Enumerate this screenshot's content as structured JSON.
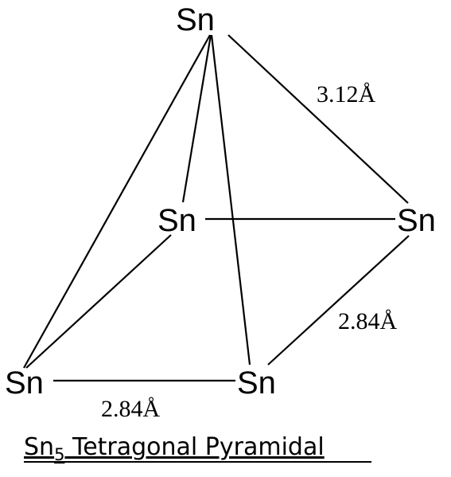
{
  "diagram": {
    "atoms": [
      {
        "id": "apex",
        "label": "Sn"
      },
      {
        "id": "mid-left",
        "label": "Sn"
      },
      {
        "id": "mid-right",
        "label": "Sn"
      },
      {
        "id": "bottom-left",
        "label": "Sn"
      },
      {
        "id": "bottom-right",
        "label": "Sn"
      }
    ],
    "distances": {
      "apex_to_base": "3.12Å",
      "base_edge_right": "2.84Å",
      "base_edge_bottom": "2.84Å"
    },
    "caption": {
      "formula_symbol": "Sn",
      "formula_subscript": "5",
      "name": " Tetragonal Pyramidal"
    }
  }
}
